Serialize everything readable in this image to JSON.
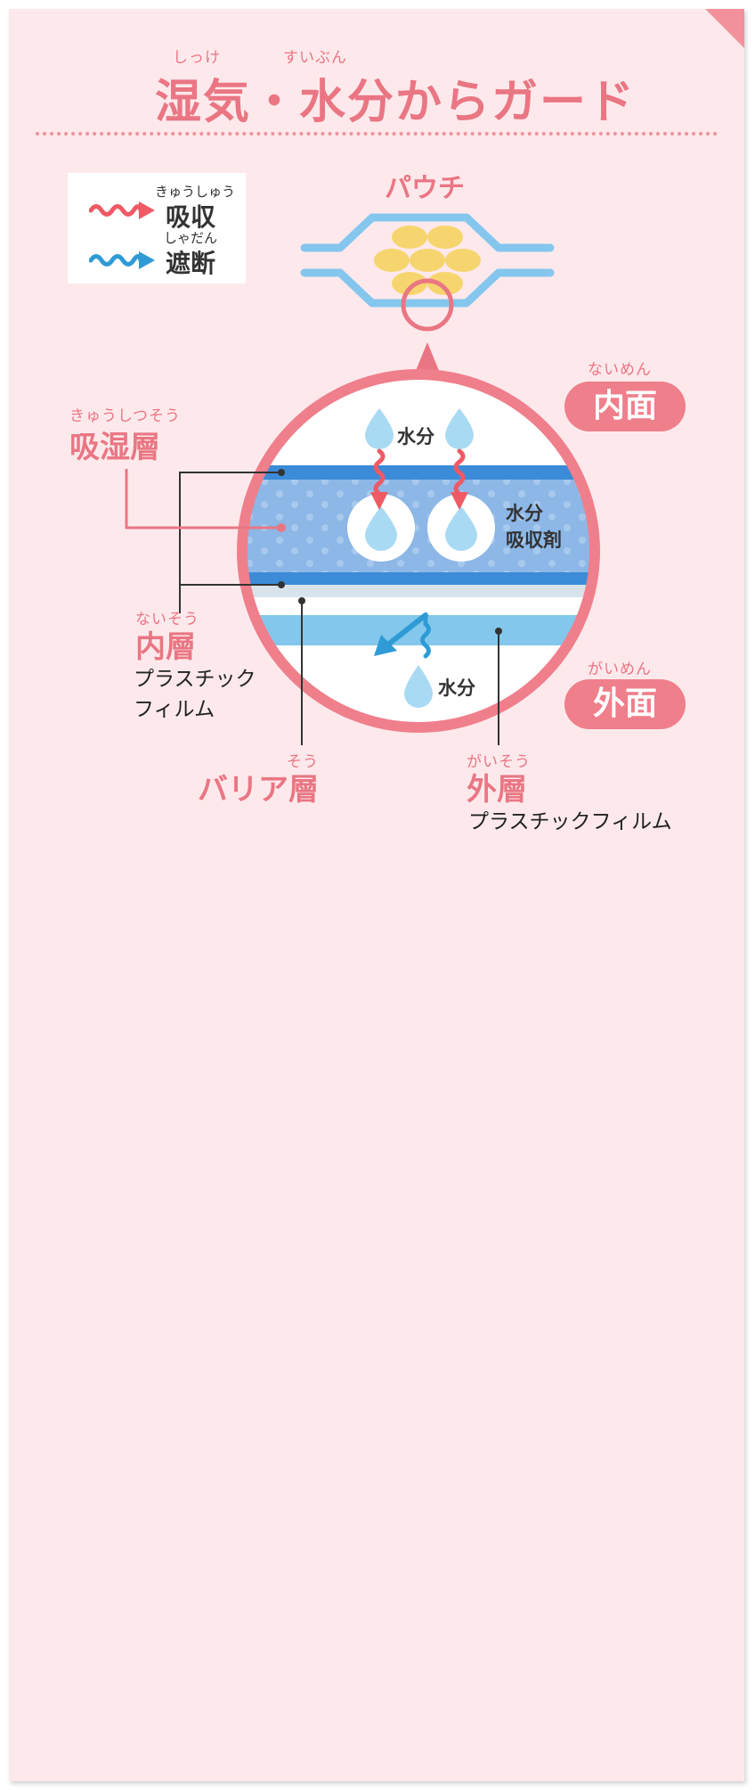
{
  "title": {
    "ruby_left": "しっけ",
    "ruby_right": "すいぶん",
    "text": "湿気・水分からガード"
  },
  "legend": {
    "absorb_ruby": "きゅうしゅう",
    "absorb_label": "吸収",
    "absorb_color": "#ef5a64",
    "block_ruby": "しゃだん",
    "block_label": "遮断",
    "block_color": "#2f9bd6"
  },
  "pouch": {
    "label": "パウチ"
  },
  "inner_face": {
    "ruby": "ないめん",
    "label": "内面"
  },
  "outer_face": {
    "ruby": "がいめん",
    "label": "外面"
  },
  "layers": {
    "absorbent_ruby": "きゅうしつそう",
    "absorbent_label": "吸湿層",
    "inner_ruby": "ないそう",
    "inner_label": "内層",
    "inner_sub_1": "プラスチック",
    "inner_sub_2": "フィルム",
    "barrier_label": "バリア層",
    "barrier_ruby": "そう",
    "outer_ruby": "がいそう",
    "outer_label": "外層",
    "outer_sub": "プラスチックフィルム"
  },
  "detail": {
    "moisture_top": "水分",
    "absorbent_1": "水分",
    "absorbent_2": "吸収剤",
    "moisture_bottom": "水分"
  },
  "colors": {
    "accent_pink": "#ea7683",
    "card_bg": "#fde9ec",
    "film_blue": "#3b8bd8",
    "absorbent_blue": "#8cb7e6",
    "barrier_blue": "#83c8ec",
    "drop_blue": "#a9daf3",
    "pouch_yellow": "#f6d56e"
  }
}
